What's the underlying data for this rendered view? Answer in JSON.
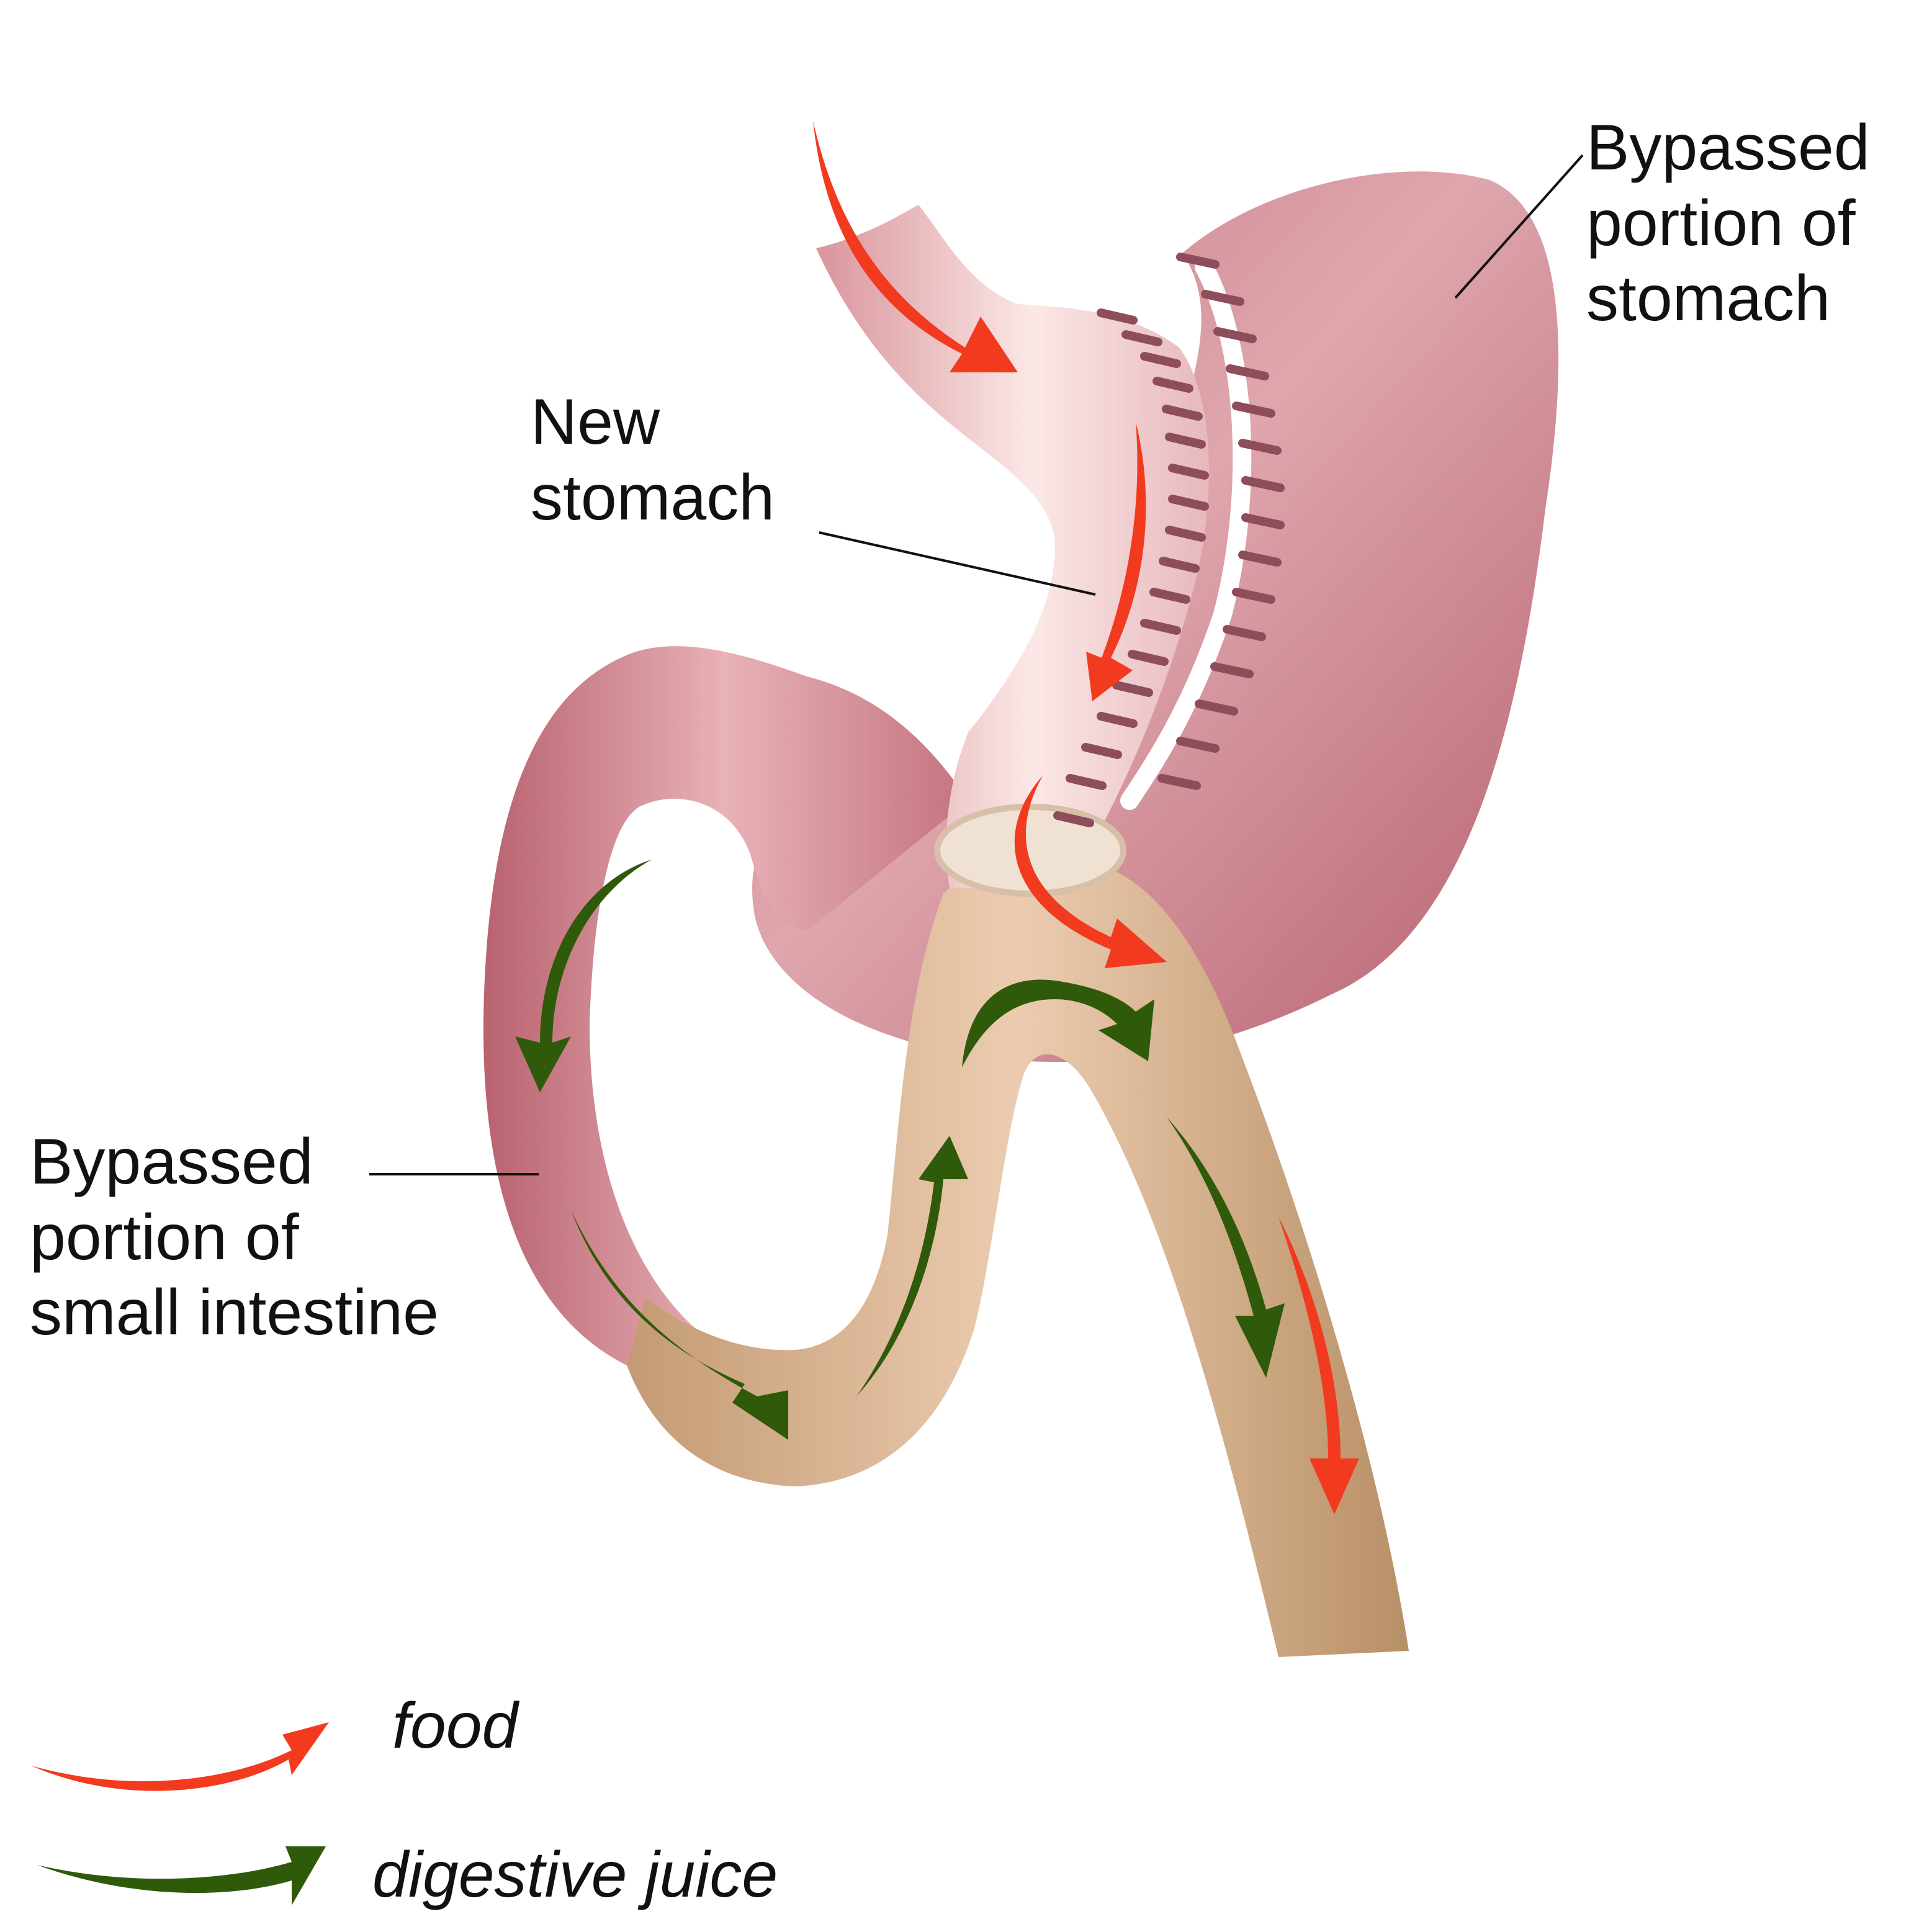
{
  "labels": {
    "bypassed_stomach": [
      "Bypassed",
      "portion of",
      "stomach"
    ],
    "new_stomach": [
      "New",
      "stomach"
    ],
    "bypassed_intestine": [
      "Bypassed",
      "portion of",
      "small intestine"
    ]
  },
  "legend": {
    "food": "food",
    "digestive_juice": "digestive juice"
  },
  "colors": {
    "food_arrow": "#f23a1e",
    "juice_arrow": "#2f5a0a",
    "stomach": "#d79ba2",
    "stomach_dark": "#b96670",
    "new_stomach": "#f6d3d3",
    "intestine": "#e6c2a3",
    "intestine_dark": "#c39a73",
    "staples": "#8e4d5b"
  }
}
